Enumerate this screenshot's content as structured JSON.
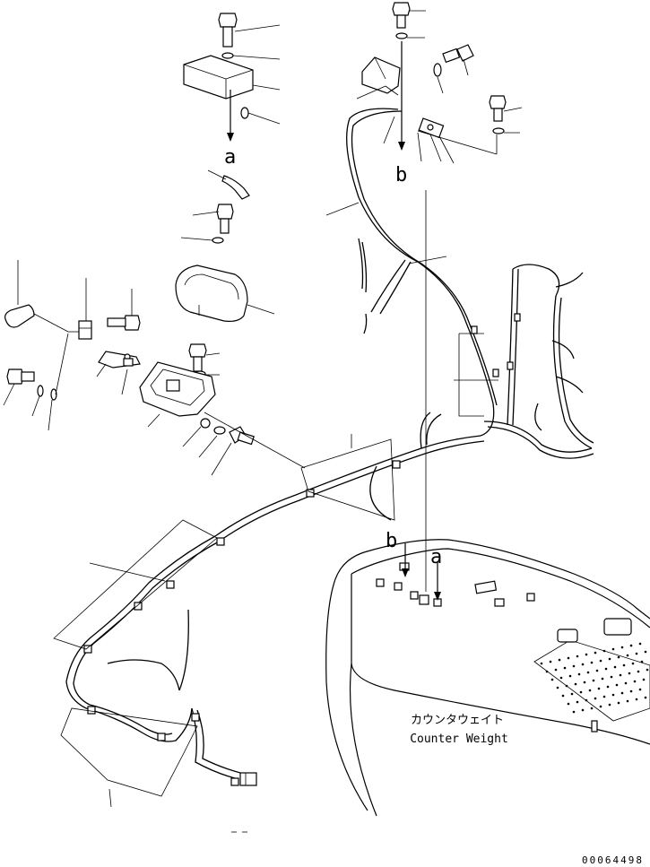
{
  "labels": {
    "ref_a_top": "a",
    "ref_b_top": "b",
    "ref_b_bottom": "b",
    "ref_a_bottom": "a",
    "counterweight_jp": "カウンタウェイト",
    "counterweight_en": "Counter Weight",
    "drawing_number": "00064498"
  }
}
